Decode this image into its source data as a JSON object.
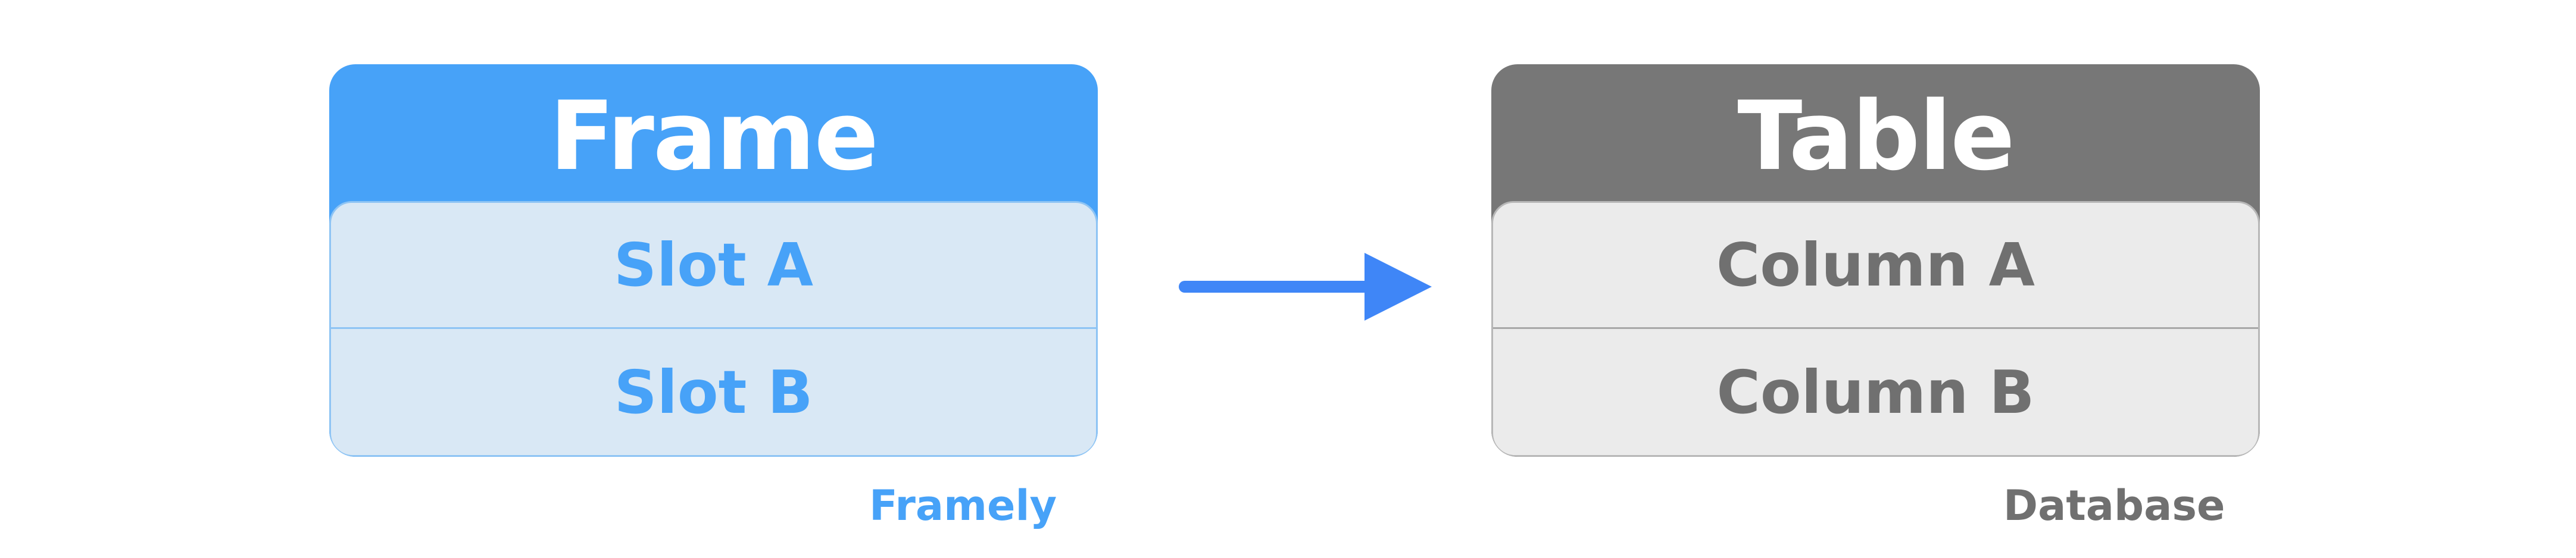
{
  "left_card": {
    "title": "Frame",
    "rows": [
      "Slot A",
      "Slot B"
    ],
    "caption": "Framely",
    "color": "#47a2f8"
  },
  "right_card": {
    "title": "Table",
    "rows": [
      "Column A",
      "Column B"
    ],
    "caption": "Database",
    "color": "#777777"
  },
  "arrow": {
    "icon": "right-arrow-icon",
    "color": "#3f86f7"
  }
}
